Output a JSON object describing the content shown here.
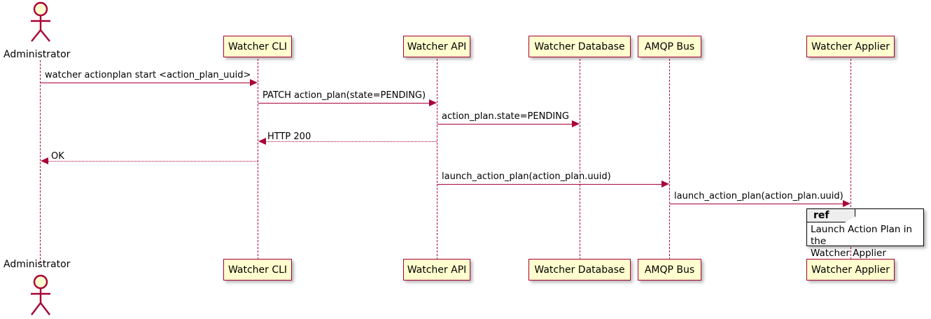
{
  "diagram": {
    "type": "uml-sequence-diagram",
    "colors": {
      "participant_fill": "#FEFECE",
      "participant_border": "#A80036",
      "arrow": "#A80036",
      "text": "#000000",
      "ref_tab_fill": "#EEEEEE",
      "ref_border": "#000000",
      "background": "#FFFFFF"
    },
    "actors": [
      {
        "name": "administrator",
        "label": "Administrator",
        "kind": "stick-figure"
      }
    ],
    "participants": [
      {
        "name": "watcher-cli",
        "label": "Watcher CLI"
      },
      {
        "name": "watcher-api",
        "label": "Watcher API"
      },
      {
        "name": "watcher-database",
        "label": "Watcher Database"
      },
      {
        "name": "amqp-bus",
        "label": "AMQP Bus"
      },
      {
        "name": "watcher-applier",
        "label": "Watcher Applier"
      }
    ],
    "messages": [
      {
        "name": "msg-actionplan-start",
        "label": "watcher actionplan start <action_plan_uuid>",
        "from": "administrator",
        "to": "watcher-cli",
        "style": "solid",
        "direction": "right"
      },
      {
        "name": "msg-patch-action-plan",
        "label": "PATCH action_plan(state=PENDING)",
        "from": "watcher-cli",
        "to": "watcher-api",
        "style": "solid",
        "direction": "right"
      },
      {
        "name": "msg-action-plan-state-pending",
        "label": "action_plan.state=PENDING",
        "from": "watcher-api",
        "to": "watcher-database",
        "style": "solid",
        "direction": "right"
      },
      {
        "name": "msg-http-200",
        "label": "HTTP 200",
        "from": "watcher-api",
        "to": "watcher-cli",
        "style": "dotted",
        "direction": "left"
      },
      {
        "name": "msg-ok",
        "label": "OK",
        "from": "watcher-cli",
        "to": "administrator",
        "style": "dotted",
        "direction": "left"
      },
      {
        "name": "msg-launch-action-plan-bus",
        "label": "launch_action_plan(action_plan.uuid)",
        "from": "watcher-api",
        "to": "amqp-bus",
        "style": "solid",
        "direction": "right"
      },
      {
        "name": "msg-launch-action-plan-applier",
        "label": "launch_action_plan(action_plan.uuid)",
        "from": "amqp-bus",
        "to": "watcher-applier",
        "style": "solid",
        "direction": "right"
      }
    ],
    "reference_frame": {
      "name": "ref-launch-action-plan",
      "tab_label": "ref",
      "body_text": "Launch Action Plan in the\nWatcher Applier"
    }
  }
}
